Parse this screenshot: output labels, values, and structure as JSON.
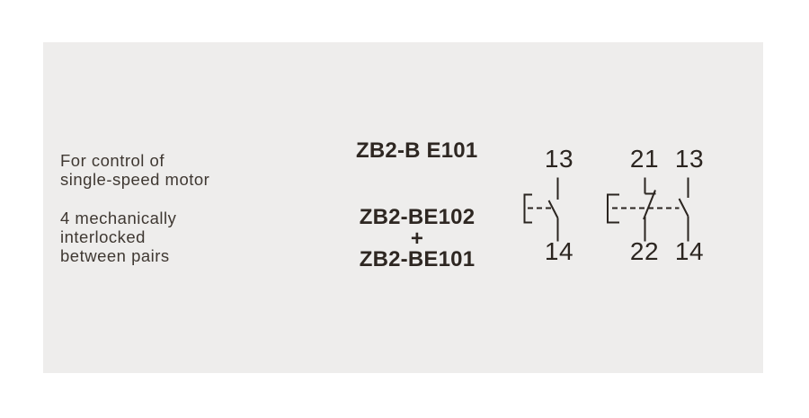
{
  "panel": {
    "background": "#eeedec"
  },
  "description": {
    "paragraph1": "For control of\nsingle-speed motor",
    "paragraph2": "4 mechanically\ninterlocked\nbetween pairs"
  },
  "labels": {
    "single_ref": "ZB2-B E101",
    "pair_ref_top": "ZB2-BE102",
    "plus": "+",
    "pair_ref_bottom": "ZB2-BE101"
  },
  "diagram": {
    "single_contact": {
      "type": "normally-open contact",
      "top_terminal": "13",
      "bottom_terminal": "14"
    },
    "pair_contact": {
      "nc": {
        "type": "normally-closed contact",
        "top_terminal": "21",
        "bottom_terminal": "22"
      },
      "no": {
        "type": "normally-open contact",
        "top_terminal": "13",
        "bottom_terminal": "14"
      }
    }
  },
  "colors": {
    "panel_background": "#eeedec",
    "body_text": "#3f3832",
    "ink": "#2b2520"
  }
}
